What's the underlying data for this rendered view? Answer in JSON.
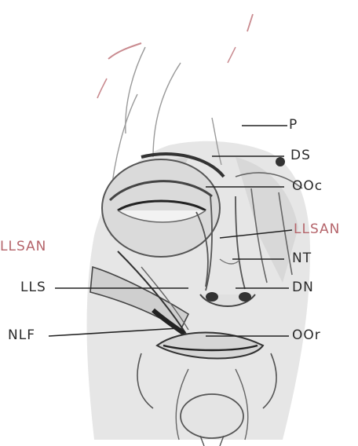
{
  "labels": {
    "p": "P",
    "ds": "DS",
    "ooc": "OOc",
    "llsan_right": "LLSAN",
    "llsan_left": "LLSAN",
    "nt": "NT",
    "lls": "LLS",
    "dn": "DN",
    "nlf": "NLF",
    "oor": "OOr"
  },
  "colors": {
    "ink": "#2a2a2a",
    "red_label": "#b5656b",
    "red_stroke": "#c98a8f",
    "shade": "#c9c9c9",
    "dark_shade": "#7a7a7a"
  }
}
